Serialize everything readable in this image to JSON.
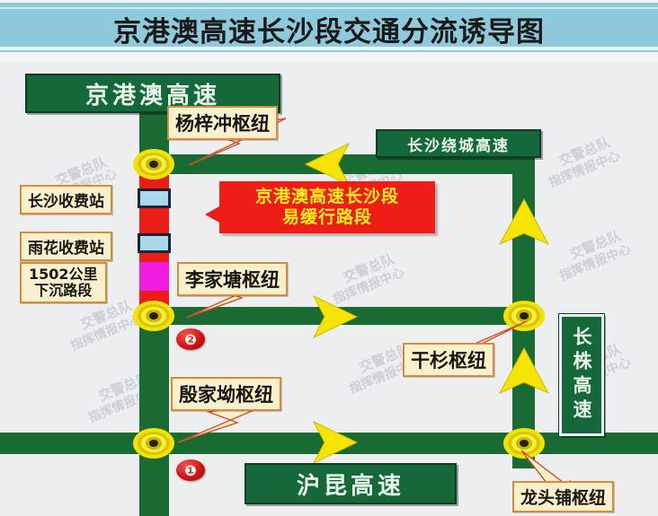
{
  "header": {
    "title": "京港澳高速长沙段交通分流诱导图"
  },
  "signs": {
    "jinggangao": "京港澳高速",
    "ring_road": "长沙绕城高速",
    "hukun": "沪昆高速",
    "changzhu": "长株高速"
  },
  "callouts": {
    "yangzichong": "杨梓冲枢纽",
    "lijiatang": "李家塘枢纽",
    "yinjiaao": "殷家坳枢纽",
    "ganshan": "干杉枢纽",
    "longtoupu": "龙头铺枢纽",
    "changsha_toll": "长沙收费站",
    "yuhua_toll": "雨花收费站",
    "km1502_line1": "1502公里",
    "km1502_line2": "下沉路段"
  },
  "alert_box": {
    "line1": "京港澳高速长沙段",
    "line2": "易缓行路段"
  },
  "badges": {
    "one": "❶",
    "two": "❷"
  },
  "watermark": {
    "line1": "交警总队",
    "line2": "指挥情报中心"
  },
  "colors": {
    "header_band": "#8ec9dc",
    "road_green": "#196b33",
    "road_congested": "#ec1c19",
    "road_magenta": "#ef1ce0",
    "toll_marker": "#a9d9ea",
    "arrow_yellow": "#f6e500",
    "sign_green": "#14683a",
    "callout_cream": "#faf0cd",
    "alert_red": "#ef1c18",
    "alert_text": "#fff21f"
  },
  "legend_nodes": [
    "杨梓冲枢纽",
    "李家塘枢纽",
    "殷家坳枢纽",
    "干杉枢纽",
    "龙头铺枢纽"
  ]
}
